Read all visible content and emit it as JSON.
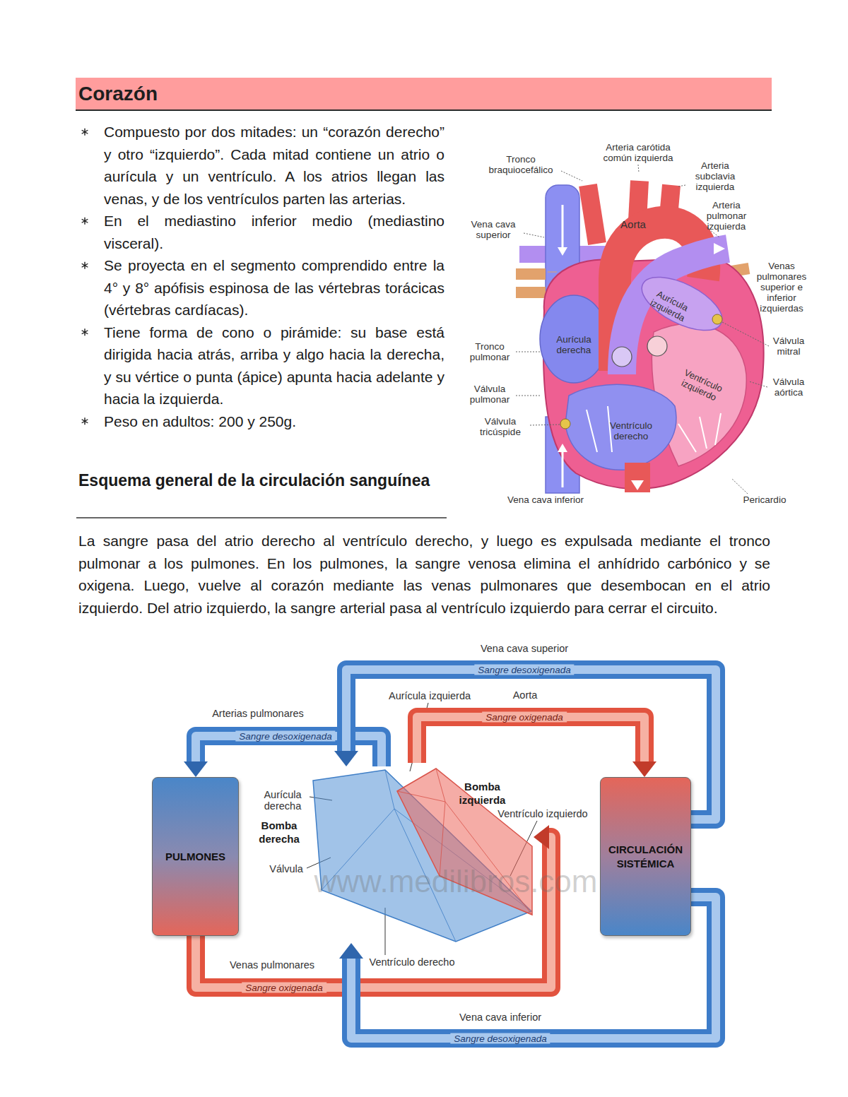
{
  "diagram": {
    "title": "Corazón",
    "nodes": [
      {
        "text": [
          "PULMONES"
        ]
      },
      {
        "text": [
          "Bomba derecha"
        ]
      },
      {
        "text": [
          "Bomba izquierda"
        ]
      },
      {
        "text": [
          "CIRCULACIÓN SISTÉMICA"
        ]
      }
    ],
    "edges": [
      {
        "from": 1,
        "to": 0,
        "arrow": "to",
        "label": "Sangre desoxigenada"
      },
      {
        "from": 0,
        "to": 2,
        "arrow": "to",
        "label": "Sangre oxigenada"
      },
      {
        "from": 2,
        "to": 3,
        "arrow": "to",
        "label": "Sangre oxigenada"
      },
      {
        "from": 3,
        "to": 1,
        "arrow": "to",
        "label": "Sangre desoxigenada"
      },
      {
        "from": 3,
        "to": 1,
        "arrow": "to",
        "label": "Sangre desoxigenada"
      }
    ],
    "labels": [
      "Compuesto por dos mitades: un “corazón derecho” y otro “izquierdo”. Cada mitad contiene un atrio o aurícula y un ventrículo. A los atrios llegan las venas, y de los ventrículos parten las arterias.",
      "En el mediastino inferior medio (mediastino visceral).",
      "Se proyecta en el segmento comprendido entre la 4° y 8° apófisis espinosa de las vértebras torácicas (vértebras cardíacas).",
      "Tiene forma de cono o pirámide: su base está dirigida hacia atrás, arriba y algo hacia la derecha, y su vértice o punta (ápice) apunta hacia adelante y hacia la izquierda.",
      "Peso en adultos: 200 y 250g.",
      "Esquema general de la circulación sanguínea",
      "La sangre pasa del atrio derecho al ventrículo derecho, y luego es expulsada mediante el tronco pulmonar a los pulmones. En los pulmones, la sangre venosa elimina el anhídrido carbónico y se oxigena. Luego, vuelve al corazón mediante las venas pulmonares que desembocan en el atrio izquierdo. Del atrio izquierdo, la sangre arterial pasa al ventrículo izquierdo para cerrar el circuito.",
      "Tronco braquiocefálico",
      "Arteria carótida común izquierda",
      "Arteria subclavia izquierda",
      "Vena cava superior",
      "Aorta",
      "Arteria pulmonar izquierda",
      "Venas pulmonares superior e inferior izquierdas",
      "Aurícula izquierda",
      "Aurícula derecha",
      "Tronco pulmonar",
      "Válvula mitral",
      "Válvula aórtica",
      "Ventrículo izquierdo",
      "Válvula pulmonar",
      "Válvula tricúspide",
      "Ventrículo derecho",
      "Vena cava inferior",
      "Pericardio",
      "Vena cava superior",
      "Aurícula izquierda",
      "Aorta",
      "Arterias pulmonares",
      "Aurícula derecha",
      "Ventrículo izquierdo",
      "Válvula",
      "www.medilibros.com",
      "Ventrículo derecho",
      "Venas pulmonares",
      "Vena cava inferior"
    ]
  }
}
